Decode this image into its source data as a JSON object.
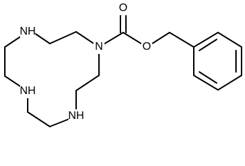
{
  "molecule": {
    "atoms": {
      "n_ring_1": "N",
      "n_ring_2": "N",
      "n_ring_3": "N",
      "n_carbamate": "N",
      "o_carbonyl": "O",
      "o_ester": "O"
    }
  }
}
